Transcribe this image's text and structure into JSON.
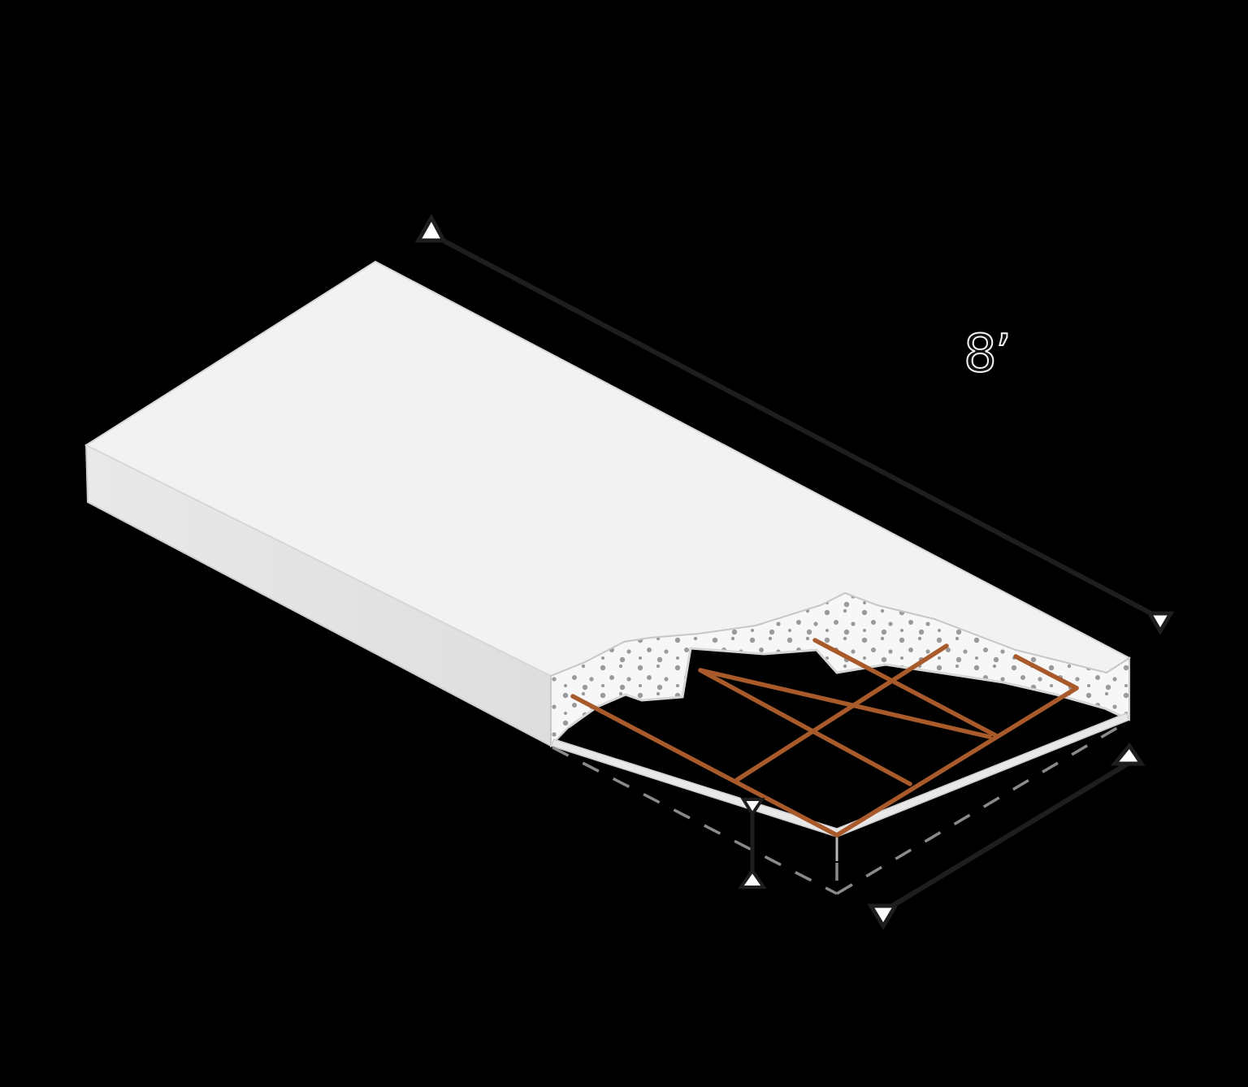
{
  "diagram": {
    "title": "",
    "subject": "precast concrete slab with cutaway showing rebar grid",
    "labels": {
      "length_dimension": "8’"
    },
    "components": [
      {
        "name": "slab-body",
        "description": "white isometric rectangular panel"
      },
      {
        "name": "concrete-cutaway",
        "description": "dotted aggregate section exposed at front-right"
      },
      {
        "name": "rebar-grid",
        "description": "orange/copper reinforcement bars, 3x3 grid cells"
      },
      {
        "name": "length-dimension-line",
        "description": "long dimension line along back edge with triangle terminators",
        "label_ref": "labels.length_dimension"
      },
      {
        "name": "width-dimension-line",
        "description": "dimension line along front-right edge, no label"
      },
      {
        "name": "thickness-dimension-line",
        "description": "short vertical dimension line at front corner, no label"
      },
      {
        "name": "hidden-edges",
        "description": "grey dashed lines showing removed slab volume"
      }
    ],
    "colors": {
      "background": "#000000",
      "slab_top": "#f2f2f2",
      "slab_side": "#e4e4e4",
      "slab_edge": "#cfcfcf",
      "cutaway_fill": "#f7f7f7",
      "aggregate_dots": "#9a9a9a",
      "rebar": "#a85a2a",
      "dimension_line": "#1e1e1e",
      "arrow_fill": "#ffffff",
      "hidden_line": "#8a8a8a"
    }
  }
}
